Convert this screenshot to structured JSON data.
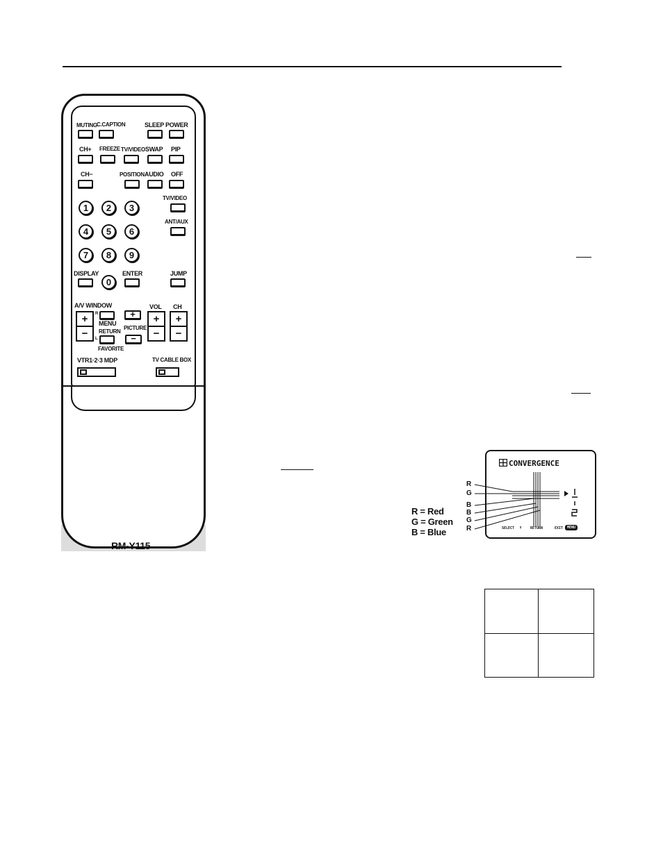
{
  "remote": {
    "model": "RM-Y115",
    "labels": {
      "muting": "MUTING",
      "ccaption": "C.CAPTION",
      "sleep": "SLEEP",
      "power": "POWER",
      "ch_plus": "CH+",
      "freeze": "FREEZE",
      "tvvideo_top": "TV/VIDEO",
      "swap": "SWAP",
      "pip": "PIP",
      "ch_minus": "CH−",
      "position": "POSITION",
      "audio": "AUDIO",
      "off": "OFF",
      "tvvideo": "TV/VIDEO",
      "antaux": "ANT/AUX",
      "display": "DISPLAY",
      "enter": "ENTER",
      "jump": "JUMP",
      "av_window": "A/V WINDOW",
      "menu": "MENU",
      "return": "RETURN",
      "favorite": "FAVORITE",
      "picture": "PICTURE",
      "vol": "VOL",
      "ch": "CH",
      "r": "R",
      "l": "L",
      "vtr": "VTR1·2·3  MDP",
      "tv_cable": "TV  CABLE BOX"
    },
    "digits": [
      "1",
      "2",
      "3",
      "4",
      "5",
      "6",
      "7",
      "8",
      "9",
      "0"
    ],
    "plus": "+",
    "minus": "−"
  },
  "convergence": {
    "title": "CONVERGENCE",
    "line_letters": [
      "R",
      "G",
      "B",
      "B",
      "G",
      "R"
    ],
    "legend": [
      "R = Red",
      "G = Green",
      "B = Blue"
    ],
    "footer": {
      "select": "SELECT",
      "return": "RETURN",
      "exit": "EXIT",
      "menu": "MENU"
    }
  }
}
